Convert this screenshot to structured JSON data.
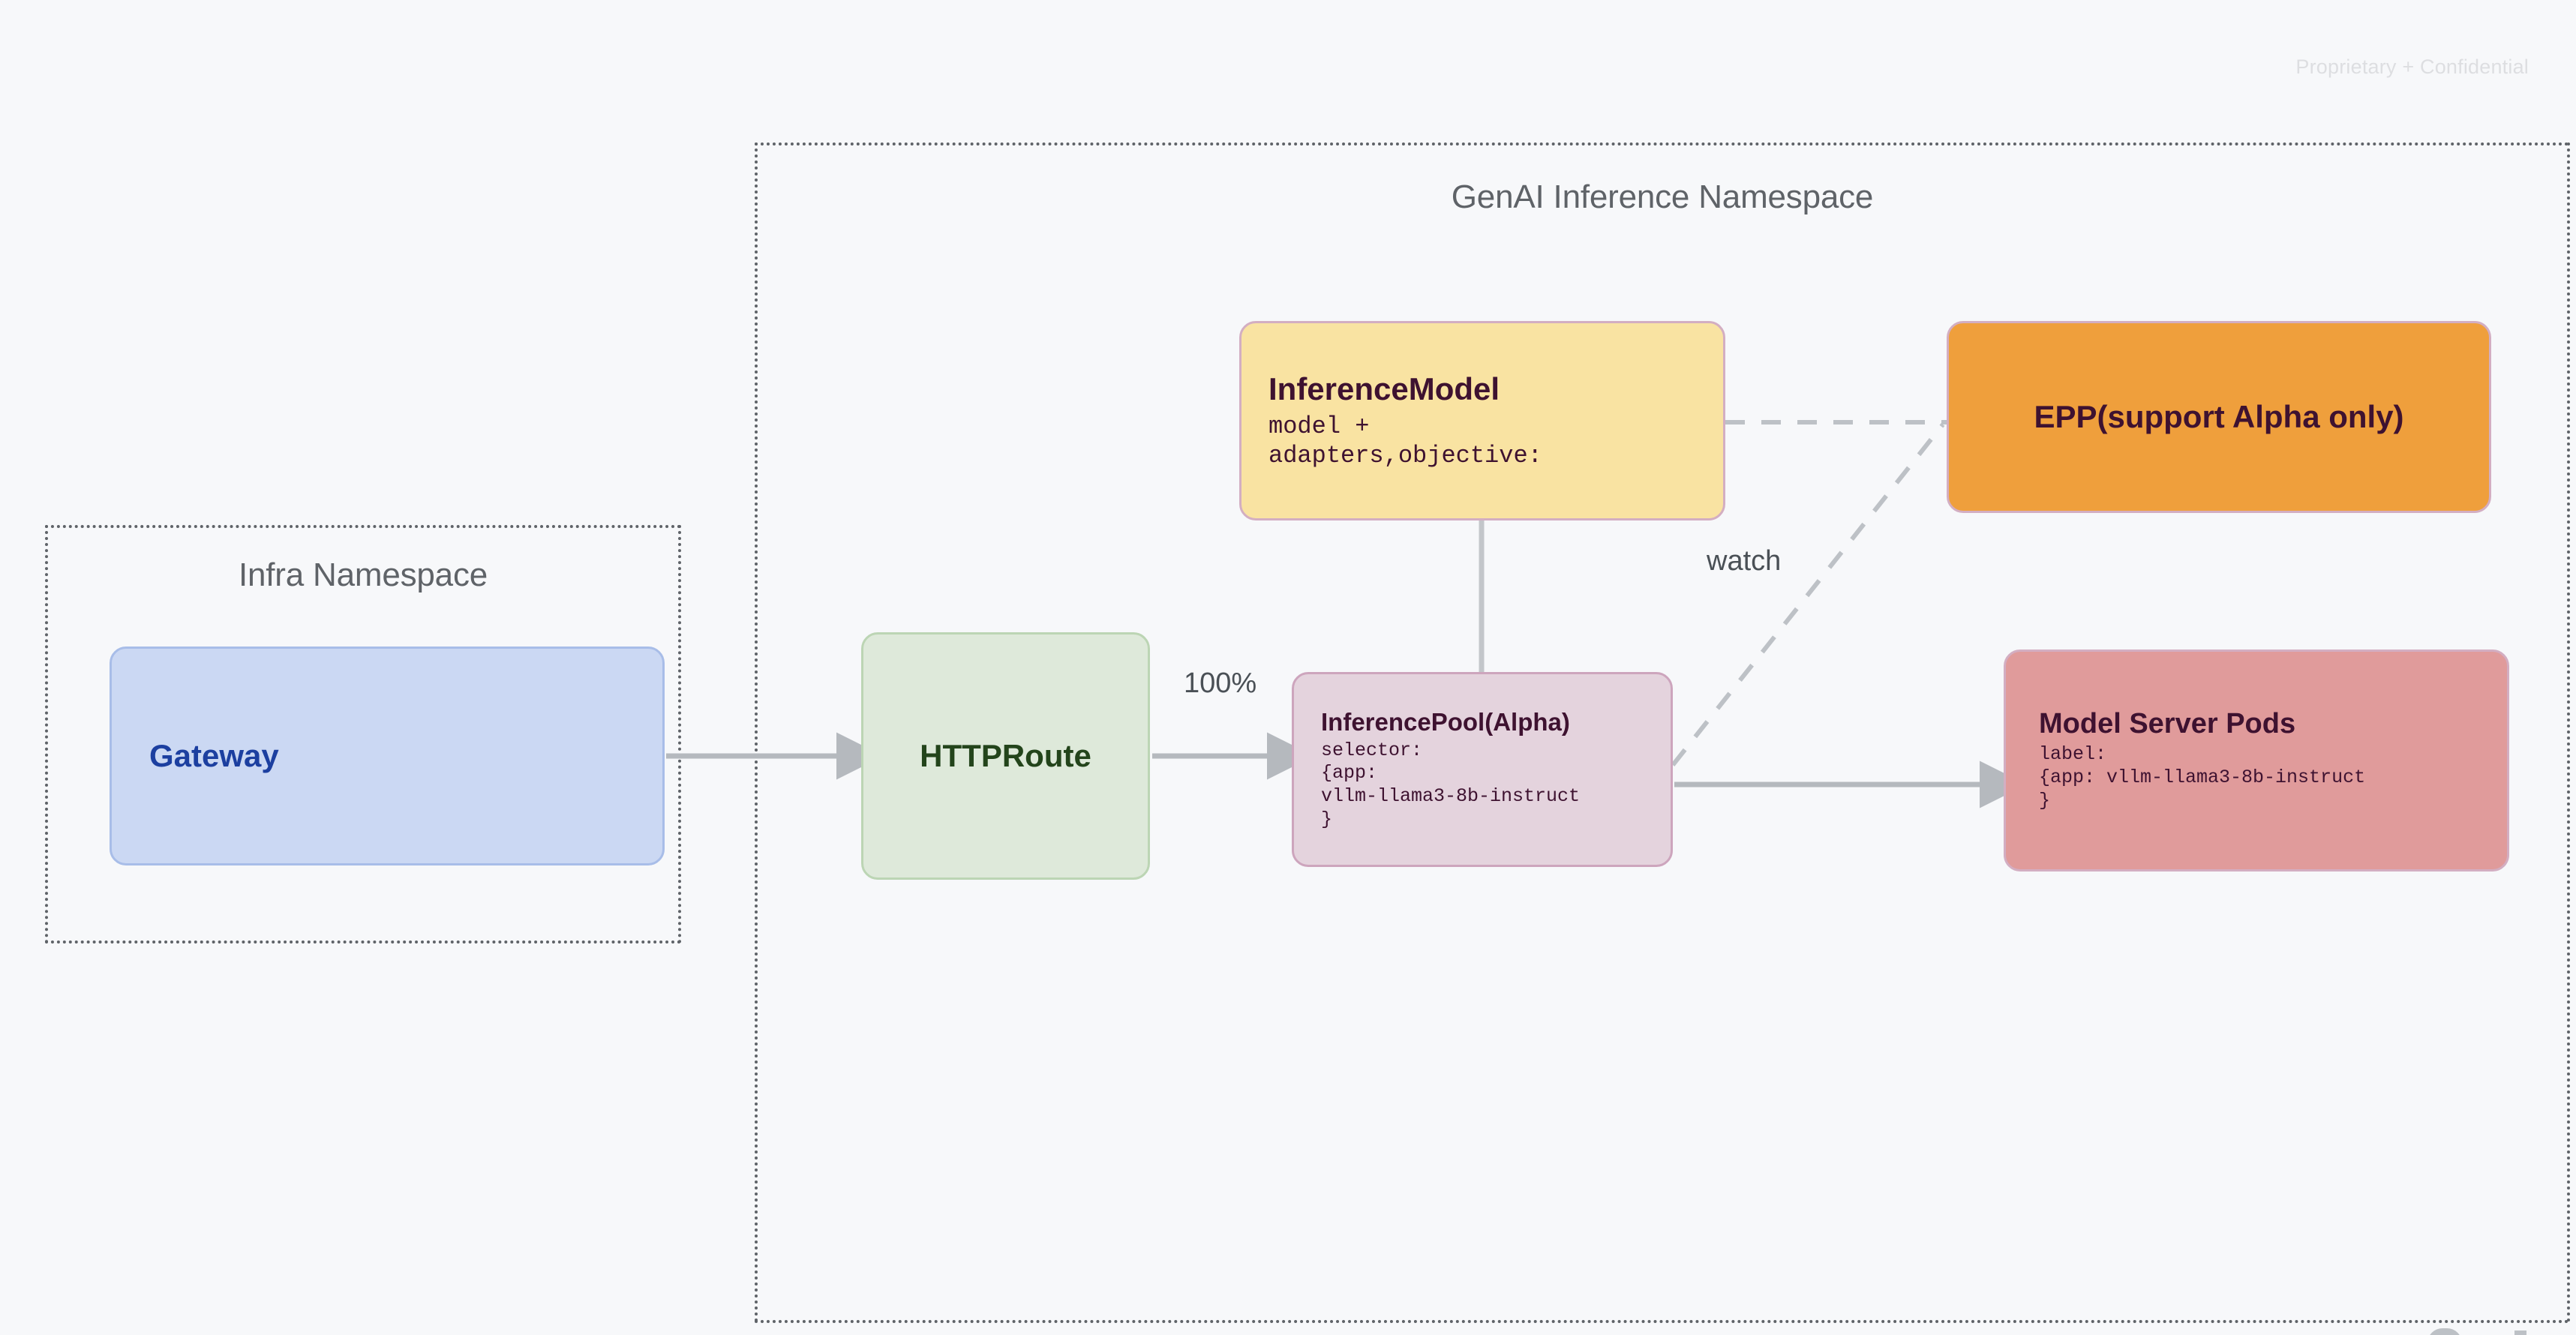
{
  "page": {
    "watermark": "Proprietary + Confidential",
    "background_color": "#F7F8FA"
  },
  "namespaces": [
    {
      "id": "infra",
      "title": "Infra Namespace",
      "border_color": "#5F6368"
    },
    {
      "id": "genai",
      "title": "GenAI Inference Namespace",
      "border_color": "#5F6368"
    }
  ],
  "nodes": {
    "gateway": {
      "title": "Gateway",
      "fill": "#CBD8F3",
      "border": "#A8BDE8",
      "text_color": "#1C3FA0"
    },
    "httproute": {
      "title": "HTTPRoute",
      "fill": "#DEE9DA",
      "border": "#BCD5B4",
      "text_color": "#23441B"
    },
    "inferencemodel": {
      "title": "InferenceModel",
      "body": "model +\nadapters,objective:",
      "fill": "#F9E3A2",
      "border": "#D3AEC2",
      "text_color": "#3E1230"
    },
    "inferencepool": {
      "title": "InferencePool(Alpha)",
      "body": "selector:\n{app:\nvllm-llama3-8b-instruct\n}",
      "fill": "#E4D3DD",
      "border": "#CDA5BD",
      "text_color": "#3E1230"
    },
    "epp": {
      "title": "EPP(support Alpha only)",
      "fill": "#EF9F3C",
      "border": "#D3AEC2",
      "text_color": "#3E1230"
    },
    "modelserverpods": {
      "title": "Model Server Pods",
      "body": "label:\n{app: vllm-llama3-8b-instruct\n}",
      "fill": "#E09B9B",
      "border": "#D3AEC2",
      "text_color": "#3E1230"
    }
  },
  "edges": {
    "gateway_to_httproute": {
      "label": "",
      "style": "solid-arrow",
      "color": "#B5B9BE"
    },
    "httproute_to_inferencepool": {
      "label": "100%",
      "style": "solid-arrow",
      "color": "#B5B9BE"
    },
    "inferencemodel_to_inferencepool": {
      "label": "",
      "style": "solid-plain",
      "color": "#C3C6CA"
    },
    "inferencemodel_to_epp": {
      "label": "",
      "style": "dashed",
      "color": "#BDC1C6"
    },
    "inferencepool_to_epp": {
      "label": "watch",
      "style": "dashed",
      "color": "#BDC1C6"
    },
    "inferencepool_to_modelserverpods": {
      "label": "",
      "style": "solid-arrow",
      "color": "#B5B9BE"
    }
  }
}
